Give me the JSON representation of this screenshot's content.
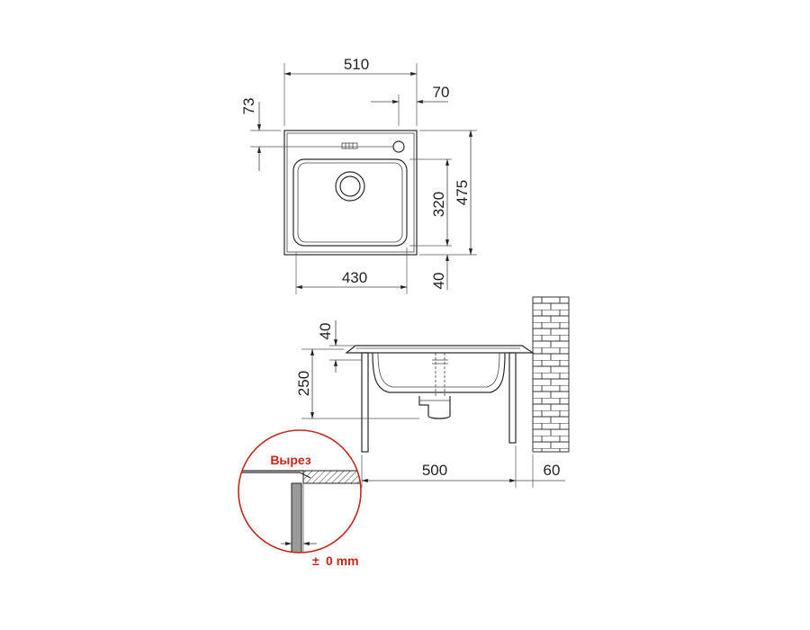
{
  "top_view": {
    "dims": {
      "width_total": "510",
      "drain_offset": "70",
      "back_margin": "73",
      "depth_total": "475",
      "bowl_depth": "320",
      "front_margin": "40",
      "bowl_width": "430"
    }
  },
  "side_view": {
    "dims": {
      "rim_height": "40",
      "bowl_height": "250",
      "base_width": "500",
      "wall_gap": "60"
    }
  },
  "detail": {
    "title": "Вырез",
    "tolerance": "0 mm",
    "tolerance_symbol": "±",
    "accent_color": "#c0281c"
  }
}
